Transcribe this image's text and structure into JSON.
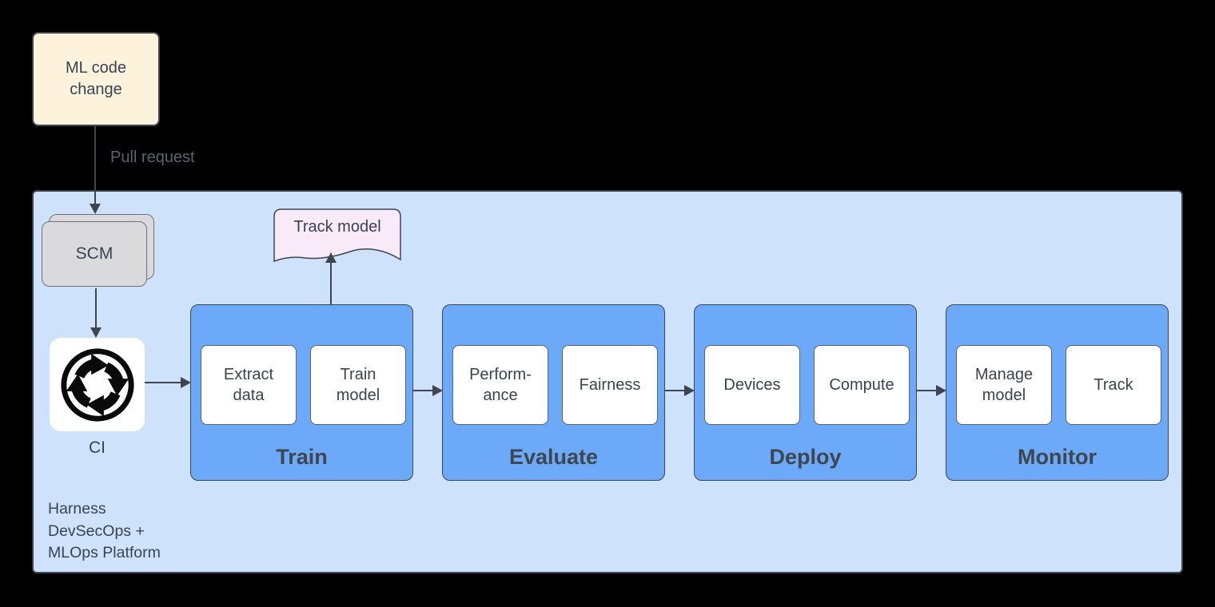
{
  "colors": {
    "background": "#000000",
    "platform_fill": "#CFE2FB",
    "platform_border": "#3E4450",
    "stage_fill": "#6CA9F8",
    "stage_border": "#40464F",
    "note_fill": "#FDF2DC",
    "scm_fill": "#DADADC",
    "scm_border": "#6E7178",
    "document_fill": "#F8EAF8",
    "item_fill": "#FFFFFF",
    "item_border": "#5E646C",
    "text_dark": "#3B4252",
    "stage_label": "#3E4650",
    "edge_label": "#5A6370",
    "arrow": "#3E4450",
    "icon_black": "#0A0A0A"
  },
  "diagram": {
    "ml_code_change": {
      "lines": [
        "ML code",
        "change"
      ]
    },
    "pull_request_label": "Pull request",
    "scm_label": "SCM",
    "ci_label": "CI",
    "ci_icon": "continuous-integration-cycle-icon",
    "track_model_label": "Track model",
    "platform_label_lines": [
      "Harness",
      "DevSecOps +",
      "MLOps Platform"
    ],
    "stages": [
      {
        "id": "train",
        "label": "Train",
        "items": [
          {
            "lines": [
              "Extract",
              "data"
            ]
          },
          {
            "lines": [
              "Train",
              "model"
            ]
          }
        ]
      },
      {
        "id": "evaluate",
        "label": "Evaluate",
        "items": [
          {
            "lines": [
              "Perform-",
              "ance"
            ]
          },
          {
            "lines": [
              "Fairness"
            ]
          }
        ]
      },
      {
        "id": "deploy",
        "label": "Deploy",
        "items": [
          {
            "lines": [
              "Devices"
            ]
          },
          {
            "lines": [
              "Compute"
            ]
          }
        ]
      },
      {
        "id": "monitor",
        "label": "Monitor",
        "items": [
          {
            "lines": [
              "Manage",
              "model"
            ]
          },
          {
            "lines": [
              "Track"
            ]
          }
        ]
      }
    ]
  }
}
